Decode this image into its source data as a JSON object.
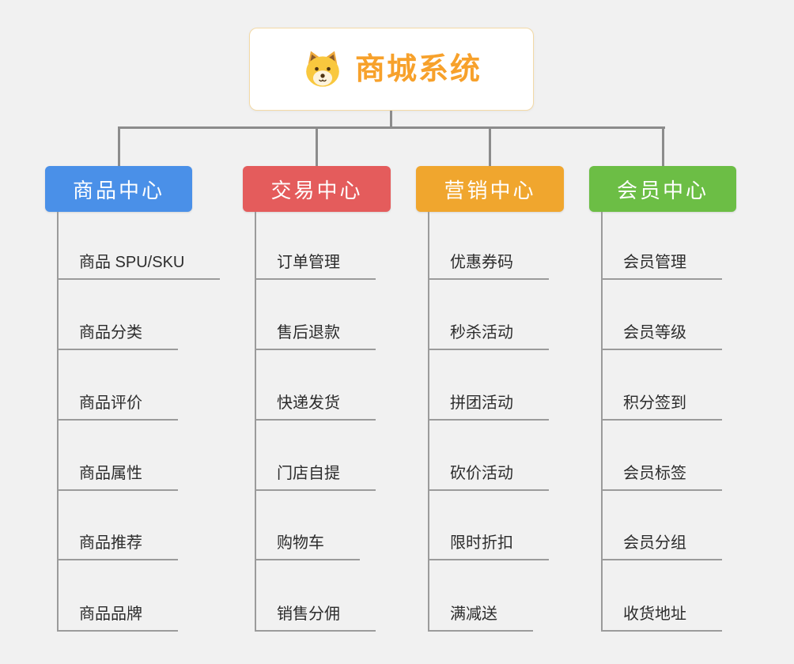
{
  "root": {
    "title": "商城系统",
    "icon": "dog-icon",
    "accent_color": "#F7A12B"
  },
  "branches": [
    {
      "label": "商品中心",
      "color": "#4A90E8",
      "children": [
        "商品 SPU/SKU",
        "商品分类",
        "商品评价",
        "商品属性",
        "商品推荐",
        "商品品牌"
      ]
    },
    {
      "label": "交易中心",
      "color": "#E45C5C",
      "children": [
        "订单管理",
        "售后退款",
        "快递发货",
        "门店自提",
        "购物车",
        "销售分佣"
      ]
    },
    {
      "label": "营销中心",
      "color": "#F0A62E",
      "children": [
        "优惠券码",
        "秒杀活动",
        "拼团活动",
        "砍价活动",
        "限时折扣",
        "满减送"
      ]
    },
    {
      "label": "会员中心",
      "color": "#6CBE45",
      "children": [
        "会员管理",
        "会员等级",
        "积分签到",
        "会员标签",
        "会员分组",
        "收货地址"
      ]
    }
  ]
}
